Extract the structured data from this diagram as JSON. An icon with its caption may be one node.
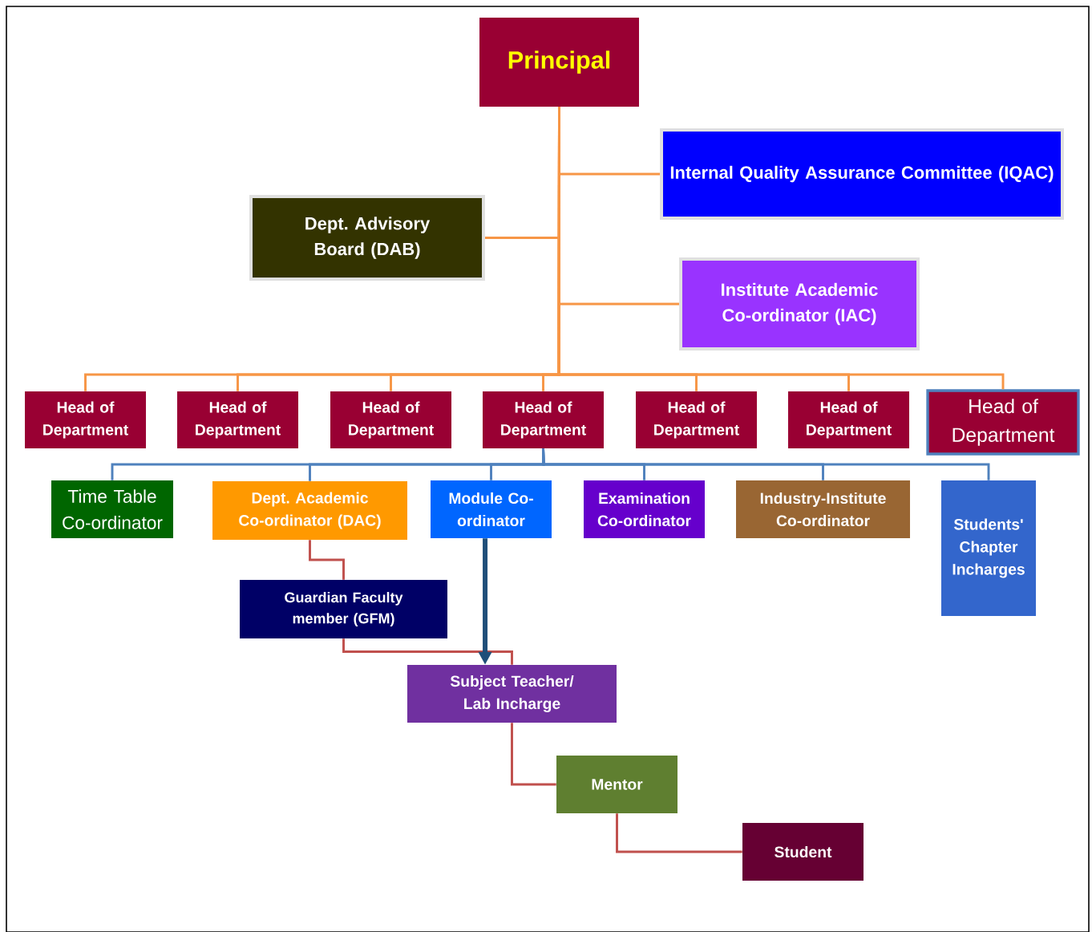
{
  "diagram": {
    "nodes": [
      {
        "text": [
          "Principal"
        ]
      },
      {
        "text": [
          "Internal Quality Assurance Committee (IQAC)"
        ]
      },
      {
        "text": [
          "Dept. Advisory Board (DAB)"
        ]
      },
      {
        "text": [
          "Institute Academic Co-ordinator (IAC)"
        ]
      },
      {
        "text": [
          "Head of Department"
        ]
      },
      {
        "text": [
          "Head of Department"
        ]
      },
      {
        "text": [
          "Head of Department"
        ]
      },
      {
        "text": [
          "Head of Department"
        ]
      },
      {
        "text": [
          "Head of Department"
        ]
      },
      {
        "text": [
          "Head of Department"
        ]
      },
      {
        "text": [
          "Head of Department"
        ]
      },
      {
        "text": [
          "Time Table Co-ordinator"
        ]
      },
      {
        "text": [
          "Dept. Academic Co-ordinator (DAC)"
        ]
      },
      {
        "text": [
          "Module Co-ordinator"
        ]
      },
      {
        "text": [
          "Examination Co-ordinator"
        ]
      },
      {
        "text": [
          "Industry-Institute Co-ordinator"
        ]
      },
      {
        "text": [
          "Students' Chapter Incharges"
        ]
      },
      {
        "text": [
          "Guardian Faculty member (GFM)"
        ]
      },
      {
        "text": [
          "Subject Teacher/ Lab Incharge"
        ]
      },
      {
        "text": [
          "Mentor"
        ]
      },
      {
        "text": [
          "Student"
        ]
      }
    ],
    "edges": [
      {
        "from": 0,
        "to": 1,
        "arrow": "none"
      },
      {
        "from": 0,
        "to": 2,
        "arrow": "none"
      },
      {
        "from": 0,
        "to": 3,
        "arrow": "none"
      },
      {
        "from": 0,
        "to": 4,
        "arrow": "none"
      },
      {
        "from": 0,
        "to": 5,
        "arrow": "none"
      },
      {
        "from": 0,
        "to": 6,
        "arrow": "none"
      },
      {
        "from": 0,
        "to": 7,
        "arrow": "none"
      },
      {
        "from": 0,
        "to": 8,
        "arrow": "none"
      },
      {
        "from": 0,
        "to": 9,
        "arrow": "none"
      },
      {
        "from": 0,
        "to": 10,
        "arrow": "none"
      },
      {
        "from": 7,
        "to": 11,
        "arrow": "none",
        "color": "#4f81bd"
      },
      {
        "from": 7,
        "to": 12,
        "arrow": "none",
        "color": "#4f81bd"
      },
      {
        "from": 7,
        "to": 13,
        "arrow": "none",
        "color": "#4f81bd"
      },
      {
        "from": 7,
        "to": 14,
        "arrow": "none",
        "color": "#4f81bd"
      },
      {
        "from": 7,
        "to": 15,
        "arrow": "none",
        "color": "#4f81bd"
      },
      {
        "from": 7,
        "to": 16,
        "arrow": "none",
        "color": "#4f81bd"
      },
      {
        "from": 12,
        "to": 17,
        "arrow": "none",
        "color": "#c0504d"
      },
      {
        "from": 17,
        "to": 18,
        "arrow": "none",
        "color": "#c0504d"
      },
      {
        "from": 13,
        "to": 18,
        "arrow": "to",
        "style": "thick",
        "color": "#1f4e79"
      },
      {
        "from": 18,
        "to": 19,
        "arrow": "none",
        "color": "#c0504d"
      },
      {
        "from": 19,
        "to": 20,
        "arrow": "none",
        "color": "#c0504d"
      }
    ]
  }
}
